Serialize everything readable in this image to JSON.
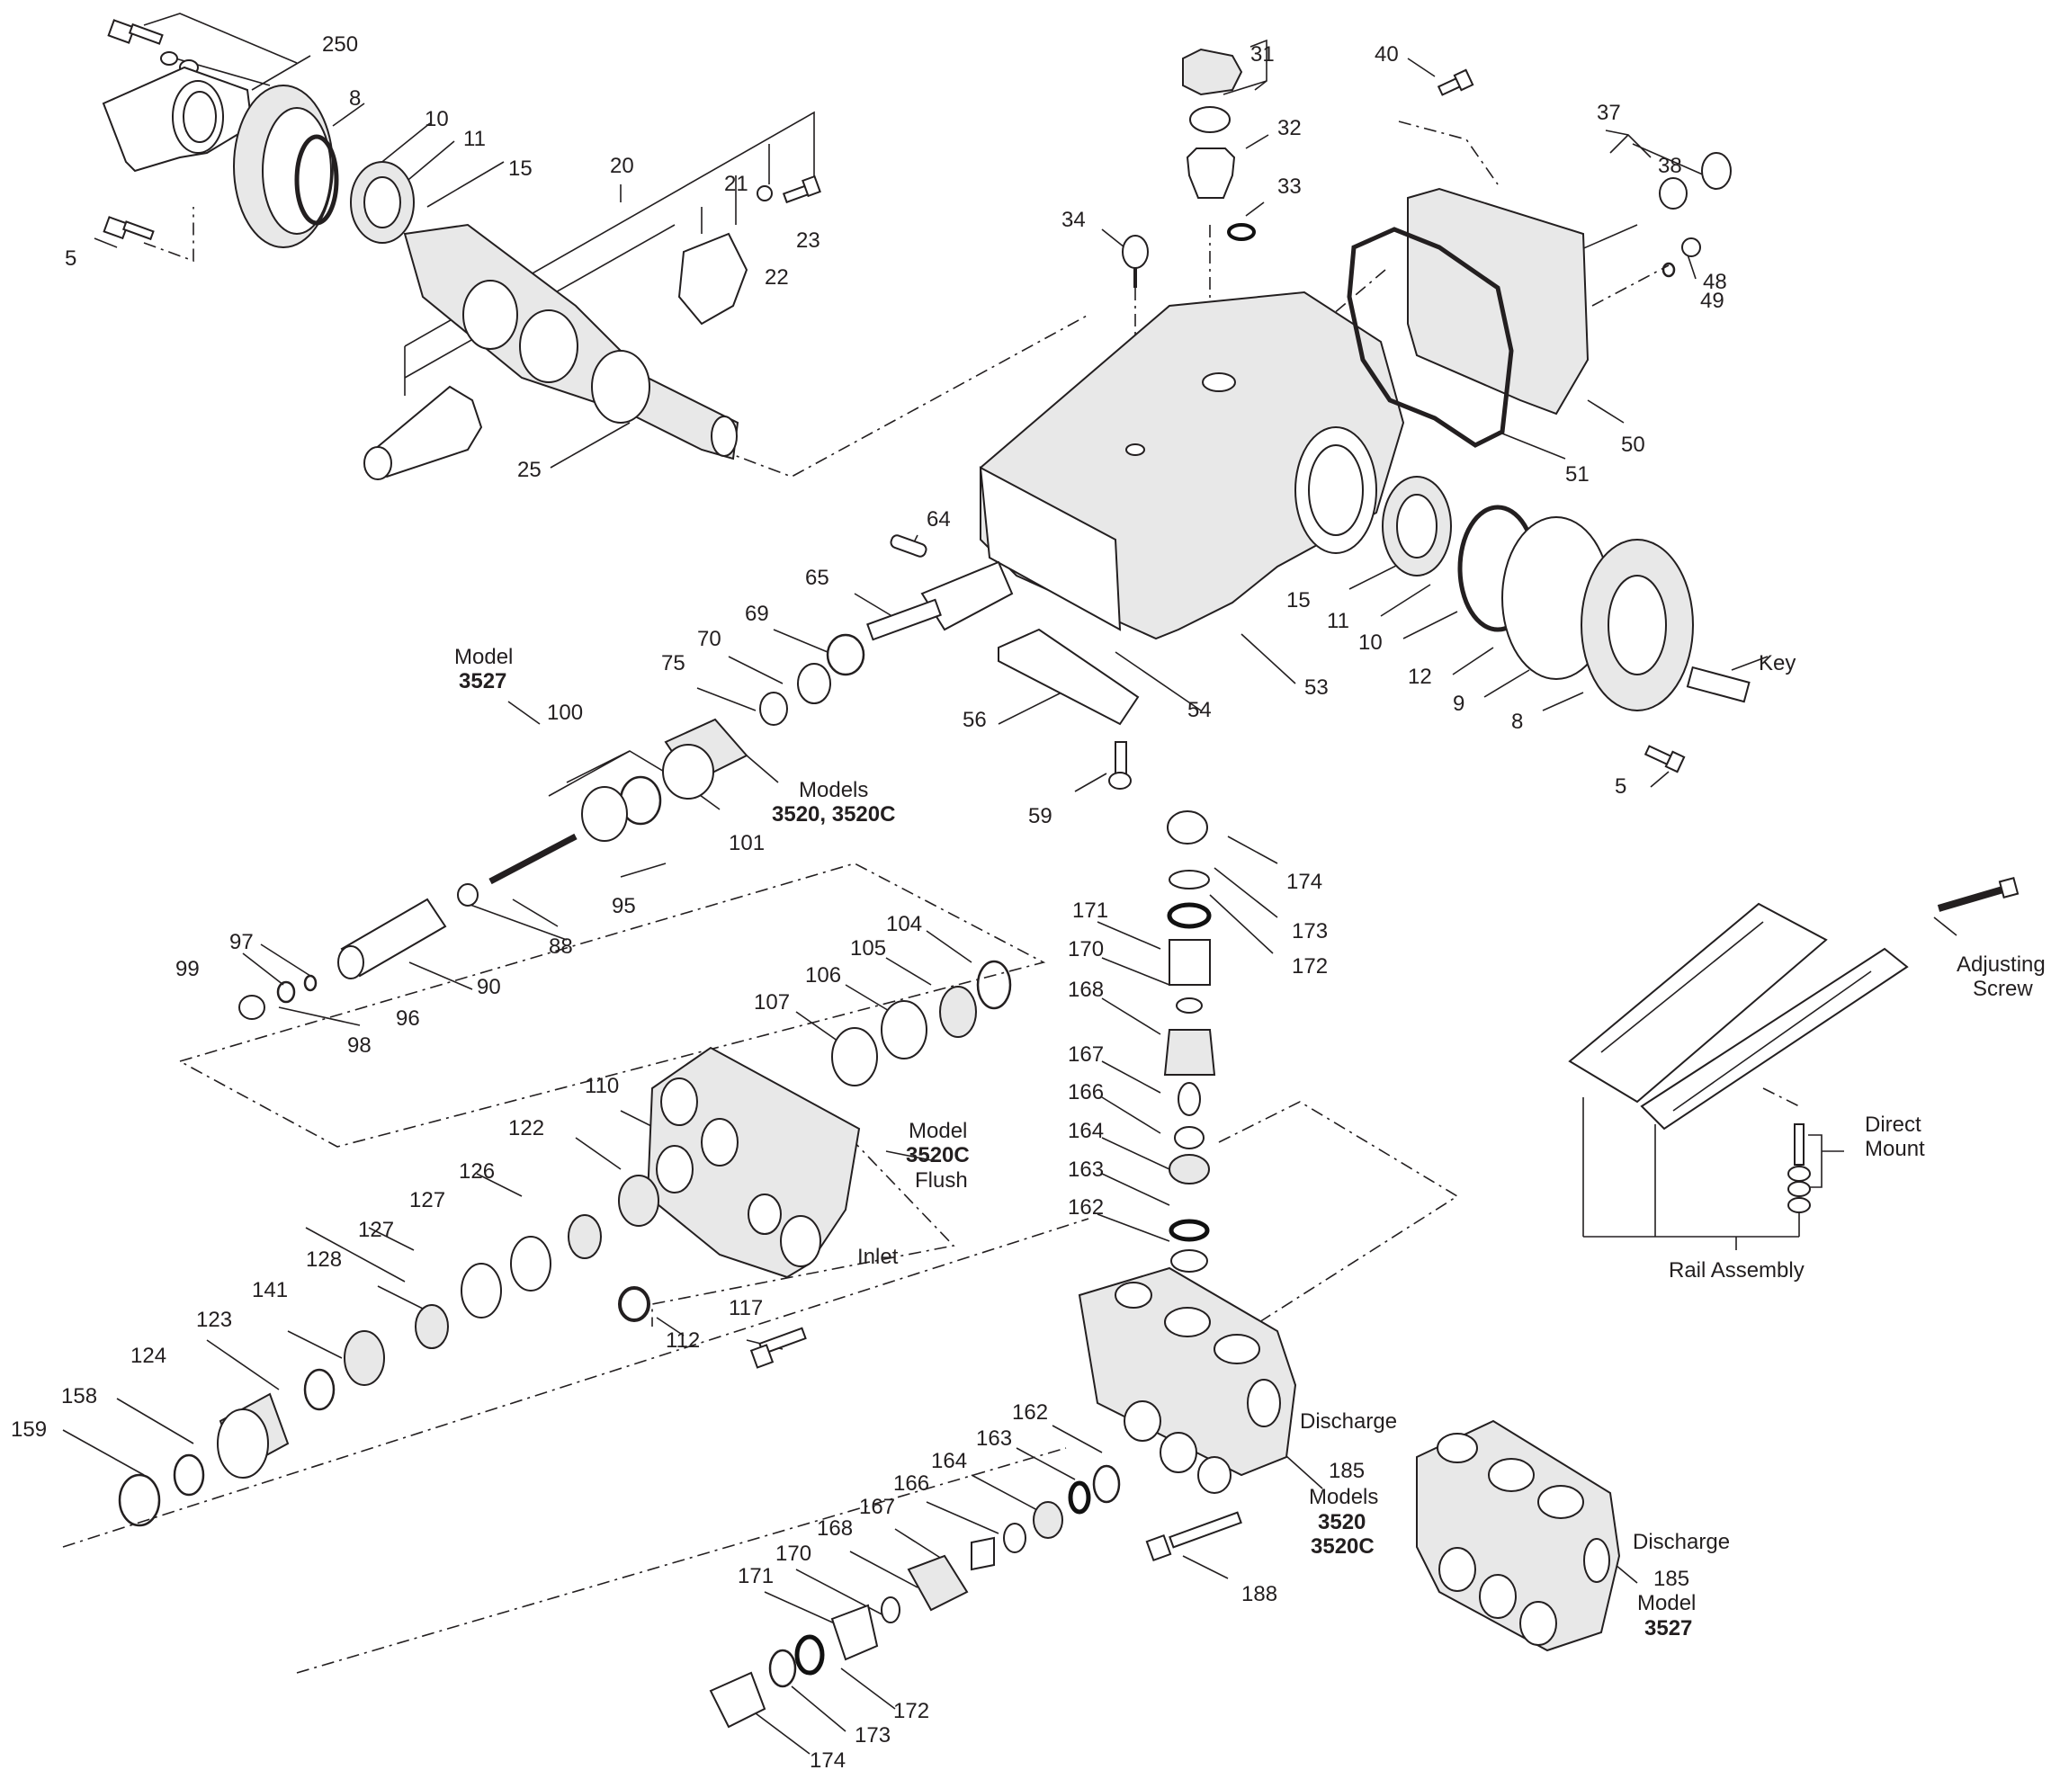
{
  "diagram": {
    "part_numbers": [
      "250",
      "8",
      "10",
      "11",
      "15",
      "20",
      "21",
      "22",
      "23",
      "5",
      "31",
      "32",
      "33",
      "34",
      "40",
      "37",
      "38",
      "48",
      "49",
      "50",
      "51",
      "25",
      "64",
      "65",
      "69",
      "70",
      "75",
      "15",
      "11",
      "10",
      "12",
      "9",
      "8",
      "Key",
      "5",
      "53",
      "54",
      "56",
      "59",
      "100",
      "101",
      "95",
      "88",
      "90",
      "96",
      "97",
      "98",
      "99",
      "104",
      "105",
      "106",
      "107",
      "110",
      "122",
      "126",
      "127",
      "127",
      "128",
      "141",
      "123",
      "124",
      "158",
      "159",
      "112",
      "117",
      "174",
      "173",
      "172",
      "171",
      "170",
      "168",
      "167",
      "166",
      "164",
      "163",
      "162",
      "185",
      "188",
      "162",
      "163",
      "164",
      "166",
      "167",
      "168",
      "170",
      "171",
      "172",
      "173",
      "174",
      "185"
    ],
    "text": {
      "model": "Model",
      "m3527": "3527",
      "models": "Models",
      "m3520_3520c": "3520, 3520C",
      "m3520c": "3520C",
      "flush": "Flush",
      "inlet": "Inlet",
      "discharge": "Discharge",
      "discharge2": "Discharge",
      "m3520": "3520",
      "m3520c_b": "3520C",
      "model2": "Model",
      "m3527_b": "3527",
      "adjusting": "Adjusting",
      "screw": "Screw",
      "direct": "Direct",
      "mount": "Mount",
      "rail_assembly": "Rail Assembly",
      "models2": "Models",
      "key": "Key"
    }
  }
}
